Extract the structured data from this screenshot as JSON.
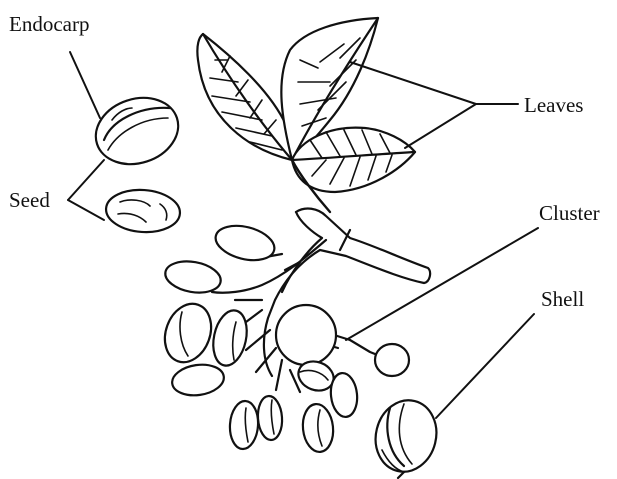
{
  "labels": {
    "endocarp": "Endocarp",
    "seed": "Seed",
    "leaves": "Leaves",
    "cluster": "Cluster",
    "shell": "Shell"
  },
  "colors": {
    "ink": "#111111",
    "paper": "#ffffff"
  }
}
